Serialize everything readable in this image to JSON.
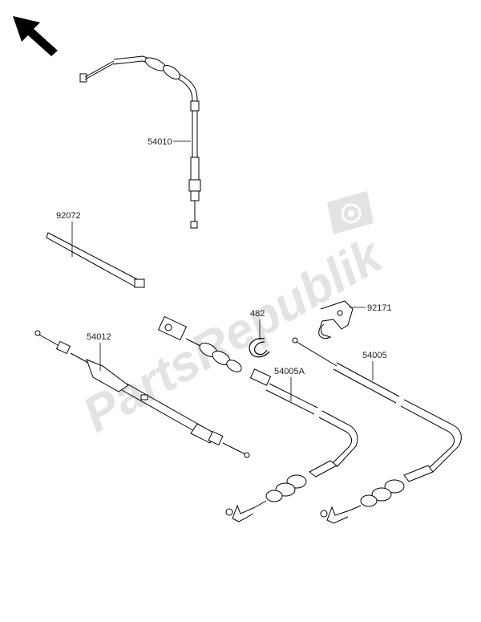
{
  "watermark": {
    "text": "PartsRepublik"
  },
  "parts": [
    {
      "id": "throttle-cable",
      "number": "54010"
    },
    {
      "id": "cable-tie",
      "number": "92072"
    },
    {
      "id": "clamp",
      "number": "92171"
    },
    {
      "id": "retaining-clip",
      "number": "482"
    },
    {
      "id": "choke-cable",
      "number": "54012"
    },
    {
      "id": "brake-cable-a",
      "number": "54005A"
    },
    {
      "id": "brake-cable",
      "number": "54005"
    }
  ]
}
